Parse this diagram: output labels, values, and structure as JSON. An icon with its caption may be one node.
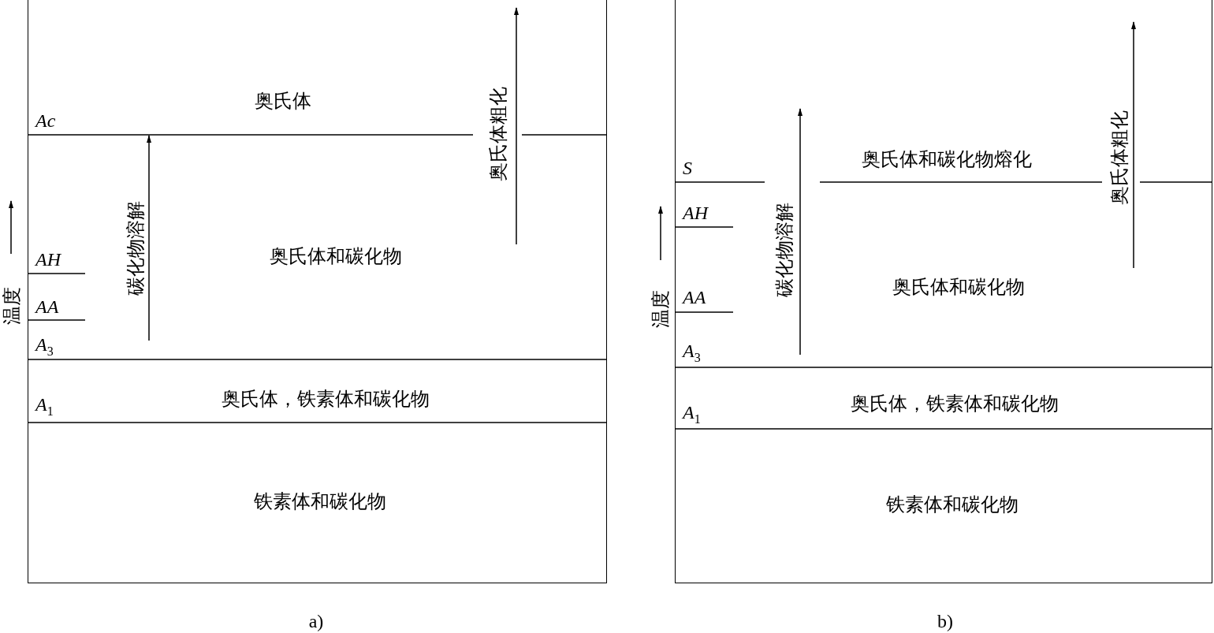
{
  "diagram": {
    "nodes": [
      {
        "text": [],
        "shape": "box",
        "beside": [
          "a)"
        ]
      },
      {
        "text": [
          "奥氏体"
        ],
        "in": 0
      },
      {
        "text": [
          "奥氏体和碳化物"
        ],
        "in": 0
      },
      {
        "text": [
          "奥氏体，铁素体和碳化物"
        ],
        "in": 0
      },
      {
        "text": [
          "铁素体和碳化物"
        ],
        "in": 0
      },
      {
        "text": [],
        "shape": "box",
        "beside": [
          "b)"
        ]
      },
      {
        "text": [
          "奥氏体和碳化物熔化"
        ],
        "in": 5
      },
      {
        "text": [
          "奥氏体和碳化物"
        ],
        "in": 5
      },
      {
        "text": [
          "奥氏体，铁素体和碳化物"
        ],
        "in": 5
      },
      {
        "text": [
          "铁素体和碳化物"
        ],
        "in": 5
      }
    ],
    "labels": [
      "Ac",
      "AH",
      "AA",
      "A$_{3}$",
      "A$_{1}$",
      "碳化物溶解",
      "奥氏体粗化",
      "温度",
      "S",
      "AH",
      "AA",
      "A$_{3}$",
      "A$_{1}$",
      "碳化物溶解",
      "奥氏体粗化",
      "温度"
    ]
  }
}
